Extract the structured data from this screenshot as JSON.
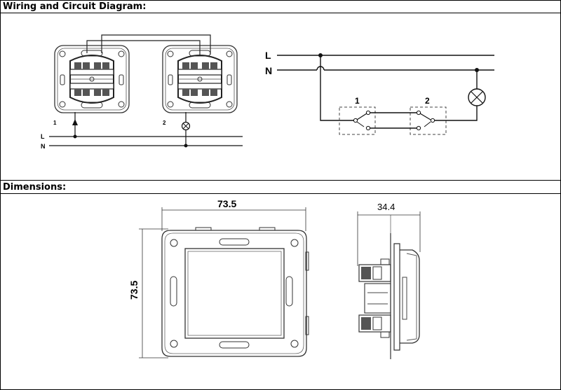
{
  "sections": {
    "wiring_title": "Wiring and Circuit Diagram:",
    "dimensions_title": "Dimensions:"
  },
  "wiring": {
    "switch1_label": "1",
    "switch2_label": "2",
    "line_label": "L",
    "neutral_label": "N"
  },
  "circuit": {
    "line_label": "L",
    "neutral_label": "N",
    "switch1_label": "1",
    "switch2_label": "2"
  },
  "dimensions": {
    "front_width": "73.5",
    "front_height": "73.5",
    "side_depth": "34.4"
  },
  "colors": {
    "line": "#000000",
    "drawing": "#3a3a3a",
    "dashed": "#444444"
  }
}
